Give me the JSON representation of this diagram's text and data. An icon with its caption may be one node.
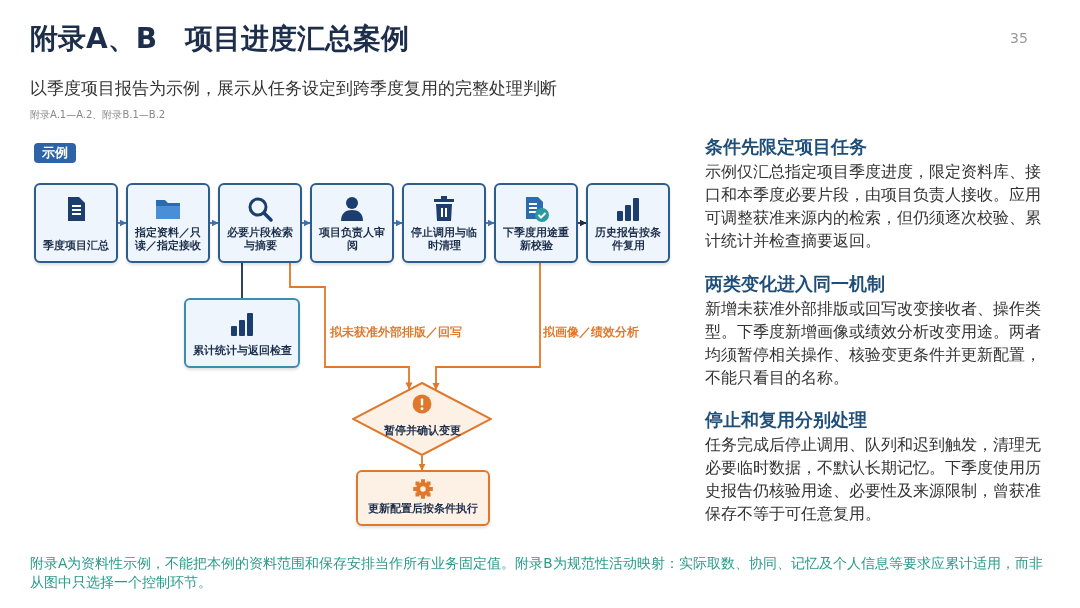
{
  "diagram": {
    "title": "附录A、B　项目进度汇总案例",
    "nodes": [
      {
        "text": [
          "示例"
        ]
      },
      {
        "text": [
          "季度项目汇总"
        ]
      },
      {
        "text": [
          "指定资料／只读／指定接收"
        ]
      },
      {
        "text": [
          "必要片段检索与摘要"
        ]
      },
      {
        "text": [
          "项目负责人审阅"
        ]
      },
      {
        "text": [
          "停止调用与临时清理"
        ]
      },
      {
        "text": [
          "下季度用途重新校验"
        ]
      },
      {
        "text": [
          "历史报告按条件复用"
        ]
      },
      {
        "text": [
          "累计统计与返回检查"
        ]
      },
      {
        "text": [
          "暂停并确认变更"
        ]
      },
      {
        "text": [
          "更新配置后按条件执行"
        ]
      }
    ],
    "edges": [
      {
        "from": 1,
        "to": 2,
        "arrow": "to"
      },
      {
        "from": 2,
        "to": 3,
        "arrow": "to"
      },
      {
        "from": 3,
        "to": 4,
        "arrow": "to"
      },
      {
        "from": 4,
        "to": 5,
        "arrow": "to"
      },
      {
        "from": 5,
        "to": 6,
        "arrow": "to"
      },
      {
        "from": 6,
        "to": 7,
        "arrow": "to",
        "color": "#1c2e4a"
      },
      {
        "from": 3,
        "to": 8,
        "arrow": "none",
        "color": "#1c2e4a"
      },
      {
        "from": 3,
        "to": 9,
        "arrow": "to",
        "label": "拟未获准外部排版／回写",
        "color": "#e0782c"
      },
      {
        "from": 6,
        "to": 9,
        "arrow": "to",
        "label": "拟画像／绩效分析",
        "color": "#e0782c"
      },
      {
        "from": 9,
        "to": 10,
        "arrow": "to",
        "color": "#e0782c"
      }
    ],
    "labels": [
      "35",
      "以季度项目报告为示例，展示从任务设定到跨季度复用的完整处理判断",
      "附录A.1—A.2、附录B.1—B.2",
      "条件先限定项目任务",
      "示例仅汇总指定项目季度进度，限定资料库、接口和本季度必要片段，由项目负责人接收。应用可调整获准来源内的检索，但仍须逐次校验、累计统计并检查摘要返回。",
      "两类变化进入同一机制",
      "新增未获准外部排版或回写改变接收者、操作类型。下季度新增画像或绩效分析改变用途。两者均须暂停相关操作、核验变更条件并更新配置，不能只看目的名称。",
      "停止和复用分别处理",
      "任务完成后停止调用、队列和迟到触发，清理无必要临时数据，不默认长期记忆。下季度使用历史报告仍核验用途、必要性及来源限制，曾获准保存不等于可任意复用。",
      "附录A为资料性示例，不能把本例的资料范围和保存安排当作所有业务固定值。附录B为规范性活动映射：实际取数、协同、记忆及个人信息等要求应累计适用，而非从图中只选择一个控制环节。"
    ]
  }
}
